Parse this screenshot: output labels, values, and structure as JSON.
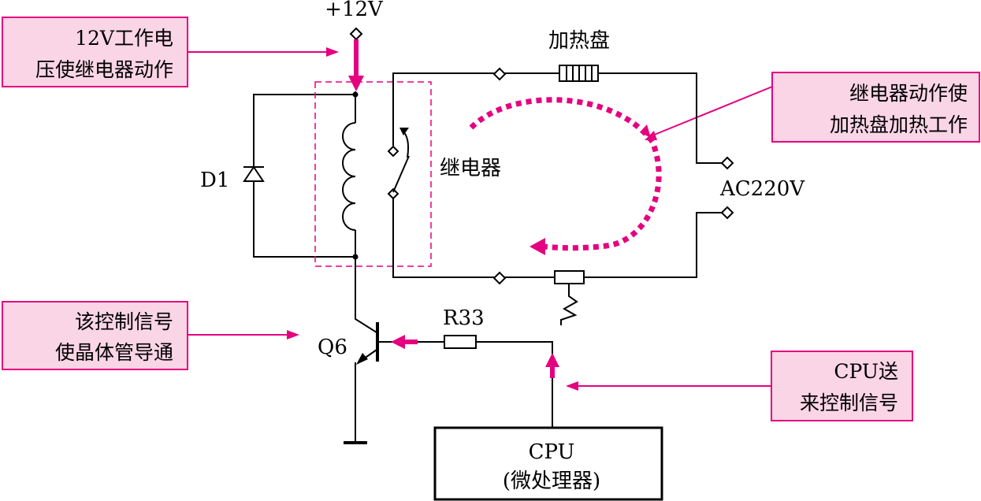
{
  "diagram": {
    "callouts": {
      "relay_voltage": {
        "line1": "12V工作电",
        "line2": "压使继电器动作"
      },
      "heating": {
        "line1": "继电器动作使",
        "line2": "加热盘加热工作"
      },
      "transistor": {
        "line1": "该控制信号",
        "line2": "使晶体管导通"
      },
      "cpu_signal": {
        "line1": "CPU送",
        "line2": "来控制信号"
      }
    },
    "labels": {
      "supply": "+12V",
      "heater": "加热盘",
      "diode": "D1",
      "relay": "继电器",
      "ac": "AC220V",
      "resistor": "R33",
      "transistor": "Q6"
    },
    "cpu": {
      "line1": "CPU",
      "line2": "(微处理器)"
    },
    "colors": {
      "accent": "#e5007f",
      "callout_fill": "#f9d5e5",
      "wire": "#000000"
    }
  }
}
